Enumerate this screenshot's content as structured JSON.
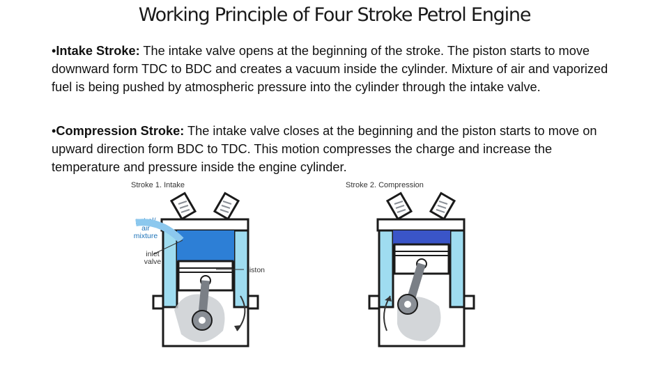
{
  "title": "Working Principle of Four Stroke Petrol  Engine",
  "paragraphs": [
    {
      "bullet": "•",
      "heading": "Intake Stroke:",
      "text": " The intake valve opens at the beginning of the stroke. The piston starts to  move downward form TDC to BDC and creates a vacuum inside the cylinder. Mixture of air  and vaporized fuel is being pushed by atmospheric pressure into the cylinder through the  intake valve."
    },
    {
      "bullet": "•",
      "heading": "Compression Stroke:",
      "text": " The intake valve closes at the beginning and the piston starts to move  on upward direction form BDC to TDC. This motion compresses the charge and increase the  temperature and pressure inside the engine cylinder."
    }
  ],
  "figures": {
    "intake": {
      "caption": "Stroke 1. Intake",
      "label_mixture_1": "petrol/",
      "label_mixture_2": "air",
      "label_mixture_3": "mixture",
      "label_valve_1": "inlet",
      "label_valve_2": "valve",
      "label_piston": "piston"
    },
    "compression": {
      "caption": "Stroke 2. Compression"
    }
  },
  "colors": {
    "cylinder_wall": "#9fdcf0",
    "charge_intake": "#2d7fd6",
    "charge_compressed": "#3a55c8",
    "metal": "#8a8f96",
    "outline": "#1a1a1a"
  }
}
